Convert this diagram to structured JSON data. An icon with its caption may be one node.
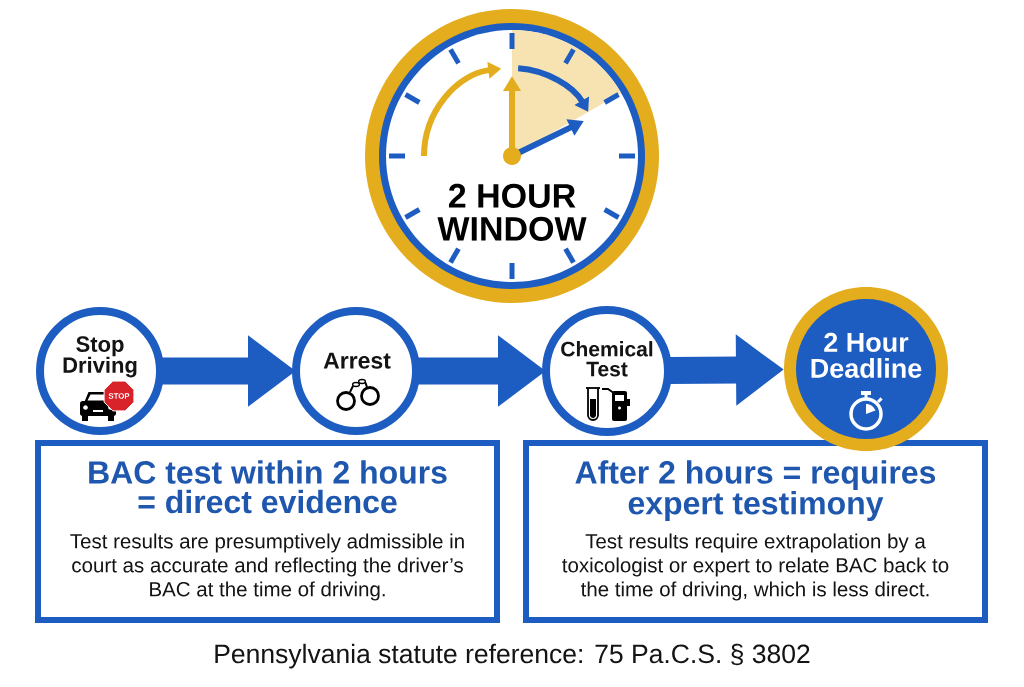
{
  "diagram": {
    "nodes": [
      {
        "text": [
          "2 HOUR WINDOW"
        ]
      },
      {
        "text": [
          "Stop Driving"
        ]
      },
      {
        "text": [
          "Arrest"
        ]
      },
      {
        "text": [
          "Chemical Test"
        ]
      },
      {
        "text": [
          "2 Hour Deadline"
        ]
      },
      {
        "text": [
          "BAC test within 2 hours = direct evidence",
          "Test results are presumptively admissible in court as accurate and reflecting the driver’s BAC at the time of driving."
        ]
      },
      {
        "text": [
          "After 2 hours = requires expert testimony",
          "Test results require extrapolation by a toxicologist or expert to relate BAC back to the time of driving, which is less direct."
        ]
      }
    ],
    "edges": [
      {
        "from": 1,
        "to": 2,
        "arrow": "to"
      },
      {
        "from": 2,
        "to": 3,
        "arrow": "to"
      },
      {
        "from": 3,
        "to": 4,
        "arrow": "to"
      }
    ],
    "labels": [
      "STOP",
      "Pennsylvania statute reference: 75 Pa.C.S. § 3802"
    ]
  }
}
